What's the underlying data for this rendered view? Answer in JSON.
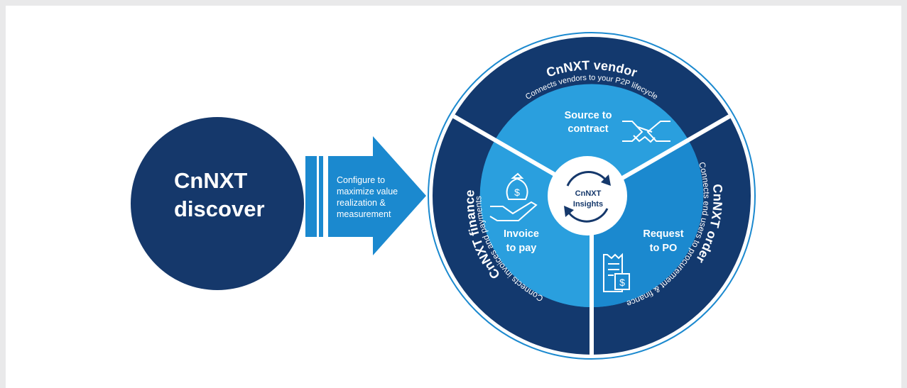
{
  "colors": {
    "navy": "#15386b",
    "ring_navy": "#13396e",
    "mid_blue": "#1b89cf",
    "light_blue": "#2a9fde",
    "white": "#ffffff",
    "divider": "#ffffff"
  },
  "discover": {
    "line1": "CnNXT",
    "line2": "discover"
  },
  "arrow": {
    "line1": "Configure to",
    "line2": "maximize value",
    "line3": "realization &",
    "line4": "measurement"
  },
  "wheel": {
    "center": {
      "line1": "CnNXT",
      "line2": "Insights"
    },
    "segments": {
      "source_to_contract": {
        "line1": "Source to",
        "line2": "contract",
        "icon": "handshake-icon"
      },
      "invoice_to_pay": {
        "line1": "Invoice",
        "line2": "to pay",
        "icon": "money-bag-hand-icon"
      },
      "request_to_po": {
        "line1": "Request",
        "line2": "to PO",
        "icon": "receipt-icon"
      }
    },
    "ring": {
      "vendor": {
        "title": "CnNXT vendor",
        "subtitle": "Connects vendors to your P2P lifecycle"
      },
      "order": {
        "title": "CnNXT order",
        "subtitle": "Connects end users to procurement & finance"
      },
      "finance": {
        "title": "CnNXT finance",
        "subtitle": "Connects invoices and payments"
      }
    }
  }
}
